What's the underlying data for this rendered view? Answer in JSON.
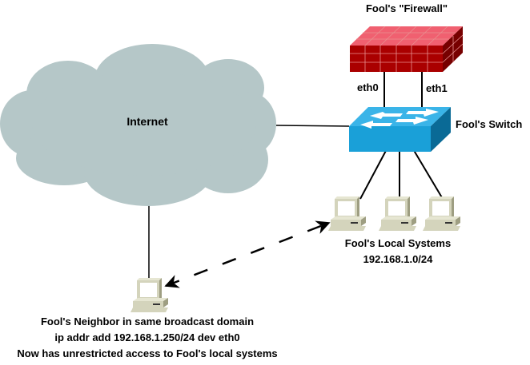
{
  "diagram": {
    "title": "Fool's network broadcast domain exposure",
    "colors": {
      "cloud": "#b5c7c8",
      "firewall_front": "#aa0000",
      "firewall_top": "#f06070",
      "firewall_side": "#770000",
      "firewall_mortar": "#e89090",
      "switch_front": "#1aa0d8",
      "switch_top": "#3ab4e8",
      "switch_side": "#0a6a96",
      "computer_body": "#d4d4bc",
      "computer_shadow": "#a8a88c",
      "line": "#000000"
    },
    "nodes": {
      "internet": {
        "label": "Internet",
        "icon": "cloud-icon"
      },
      "firewall": {
        "label": "Fool's \"Firewall\"",
        "icon": "firewall-icon",
        "ports": [
          "eth0",
          "eth1"
        ]
      },
      "switch": {
        "label": "Fool's Switch",
        "icon": "switch-icon"
      },
      "local_systems": {
        "label": "Fool's Local Systems",
        "subnet": "192.168.1.0/24",
        "count": 3,
        "icon": "workstation-icon"
      },
      "neighbor": {
        "icon": "workstation-icon",
        "lines": [
          "Fool's Neighbor in same broadcast domain",
          "ip addr add 192.168.1.250/24 dev eth0",
          "Now has unrestricted access to Fool's local systems"
        ]
      }
    },
    "edges": [
      {
        "from": "internet",
        "to": "switch",
        "style": "solid"
      },
      {
        "from": "firewall",
        "to": "switch",
        "port": "eth0",
        "style": "solid"
      },
      {
        "from": "firewall",
        "to": "switch",
        "port": "eth1",
        "style": "solid"
      },
      {
        "from": "switch",
        "to": "local_systems",
        "style": "solid"
      },
      {
        "from": "internet",
        "to": "neighbor",
        "style": "solid"
      },
      {
        "from": "neighbor",
        "to": "local_systems",
        "style": "dashed",
        "arrows": "both"
      }
    ]
  }
}
